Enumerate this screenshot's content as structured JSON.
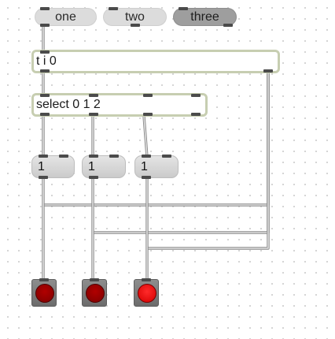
{
  "messages": [
    {
      "label": "one",
      "active": false
    },
    {
      "label": "two",
      "active": false
    },
    {
      "label": "three",
      "active": true
    }
  ],
  "trigger": {
    "text": "t i 0"
  },
  "select": {
    "text": "select 0 1 2"
  },
  "numbers": [
    "1",
    "1",
    "1"
  ],
  "buttons": [
    {
      "lit": false
    },
    {
      "lit": false
    },
    {
      "lit": true
    }
  ]
}
